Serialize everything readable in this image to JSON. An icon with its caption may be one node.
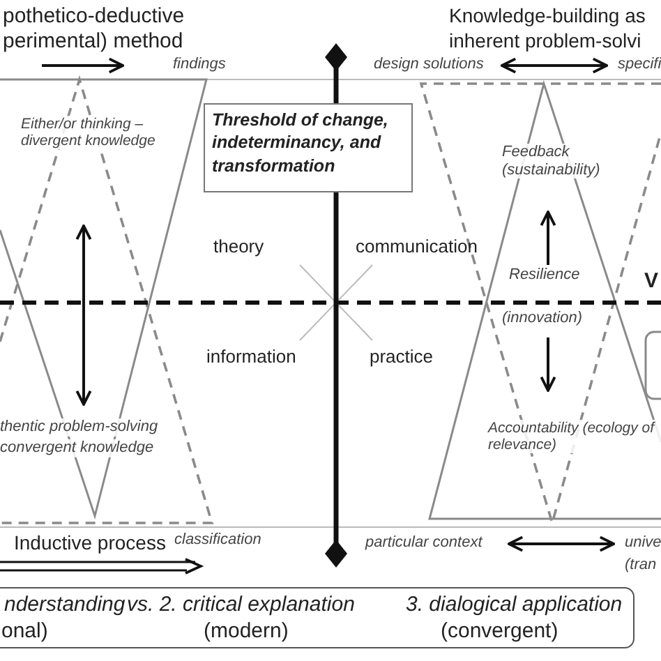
{
  "diagram": {
    "nodes": [
      {
        "text": [
          "Threshold of change, indeterminancy, and transformation"
        ]
      },
      {
        "text": [
          "nderstanding",
          "onal)",
          "vs. 2. critical explanation",
          "(modern)",
          "3. dialogical application",
          "(convergent)"
        ]
      }
    ],
    "labels": [
      "pothetico-deductive",
      "perimental) method",
      "Knowledge-building as",
      "inherent problem-solvi",
      "findings",
      "design solutions",
      "specifi",
      "Either/or thinking – divergent knowledge",
      "Feedback (sustainability)",
      "theory",
      "communication",
      "Resilience",
      "V",
      "(innovation)",
      "information",
      "practice",
      "thentic problem-solving",
      "convergent knowledge",
      "Accountability (ecology of relevance)",
      "classification",
      "Inductive process",
      "particular context",
      "unive",
      "(tran"
    ]
  }
}
